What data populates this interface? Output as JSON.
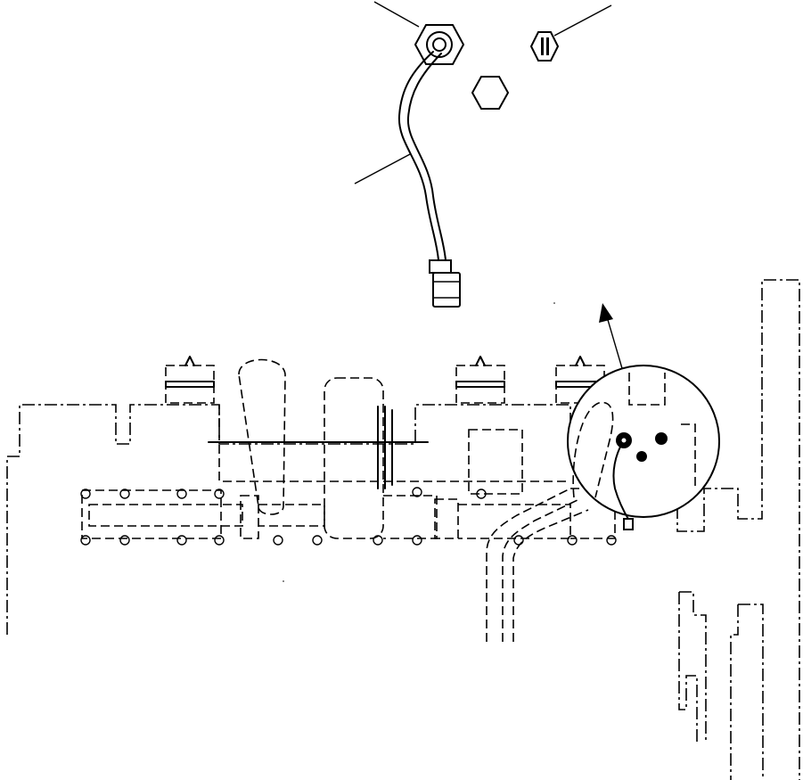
{
  "diagram": {
    "parts": [
      {
        "name": "sensor-with-nut"
      },
      {
        "name": "plug-nut"
      },
      {
        "name": "small-plug"
      },
      {
        "name": "sensor-harness"
      },
      {
        "name": "connector"
      },
      {
        "name": "engine-assembly"
      },
      {
        "name": "detail-circle"
      }
    ],
    "colors": {
      "line": "#000000",
      "background": "#ffffff"
    }
  }
}
